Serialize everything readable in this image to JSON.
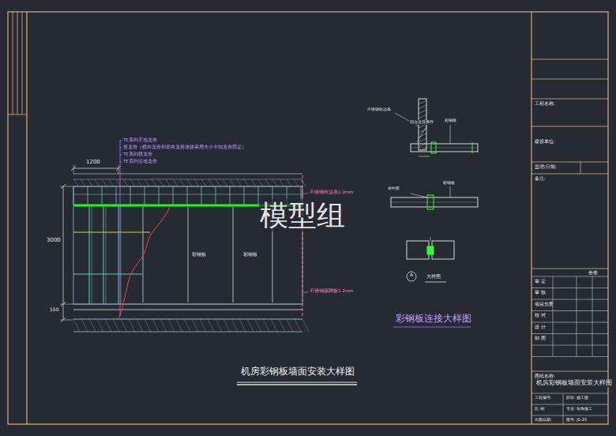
{
  "diagram": {
    "title": "机房彩钢板墙面安装大样图",
    "labels": [
      "TE系列天地龙骨",
      "竖龙骨（横向龙骨和竖向龙骨连接采用大小卡扣龙骨固定）",
      "TE系列横龙骨",
      "TE系列沿地龙骨",
      "1200",
      "3000",
      "150",
      "不锈钢收边条1.0mm",
      "彩钢板",
      "彩钢板",
      "不锈钢踢脚板1.2mm",
      "模型组",
      "彩钢板连接大样图",
      "不锈钢收边条",
      "铝合金连接件",
      "彩钢板",
      "密封胶",
      "彩钢板",
      "A",
      "大样图",
      "工程名称:",
      "建设单位:",
      "监理/日期:",
      "备注:",
      "会签",
      "审 定",
      "审 核",
      "项目负责",
      "校 对",
      "设 计",
      "制 图",
      "图纸名称:",
      "机房彩钢板墙面安装大样图",
      "工程编号:",
      "阶段: 施工图",
      "比 例:",
      "专业: 装饰施工",
      "出图日期:",
      "图号: JS-25"
    ]
  }
}
